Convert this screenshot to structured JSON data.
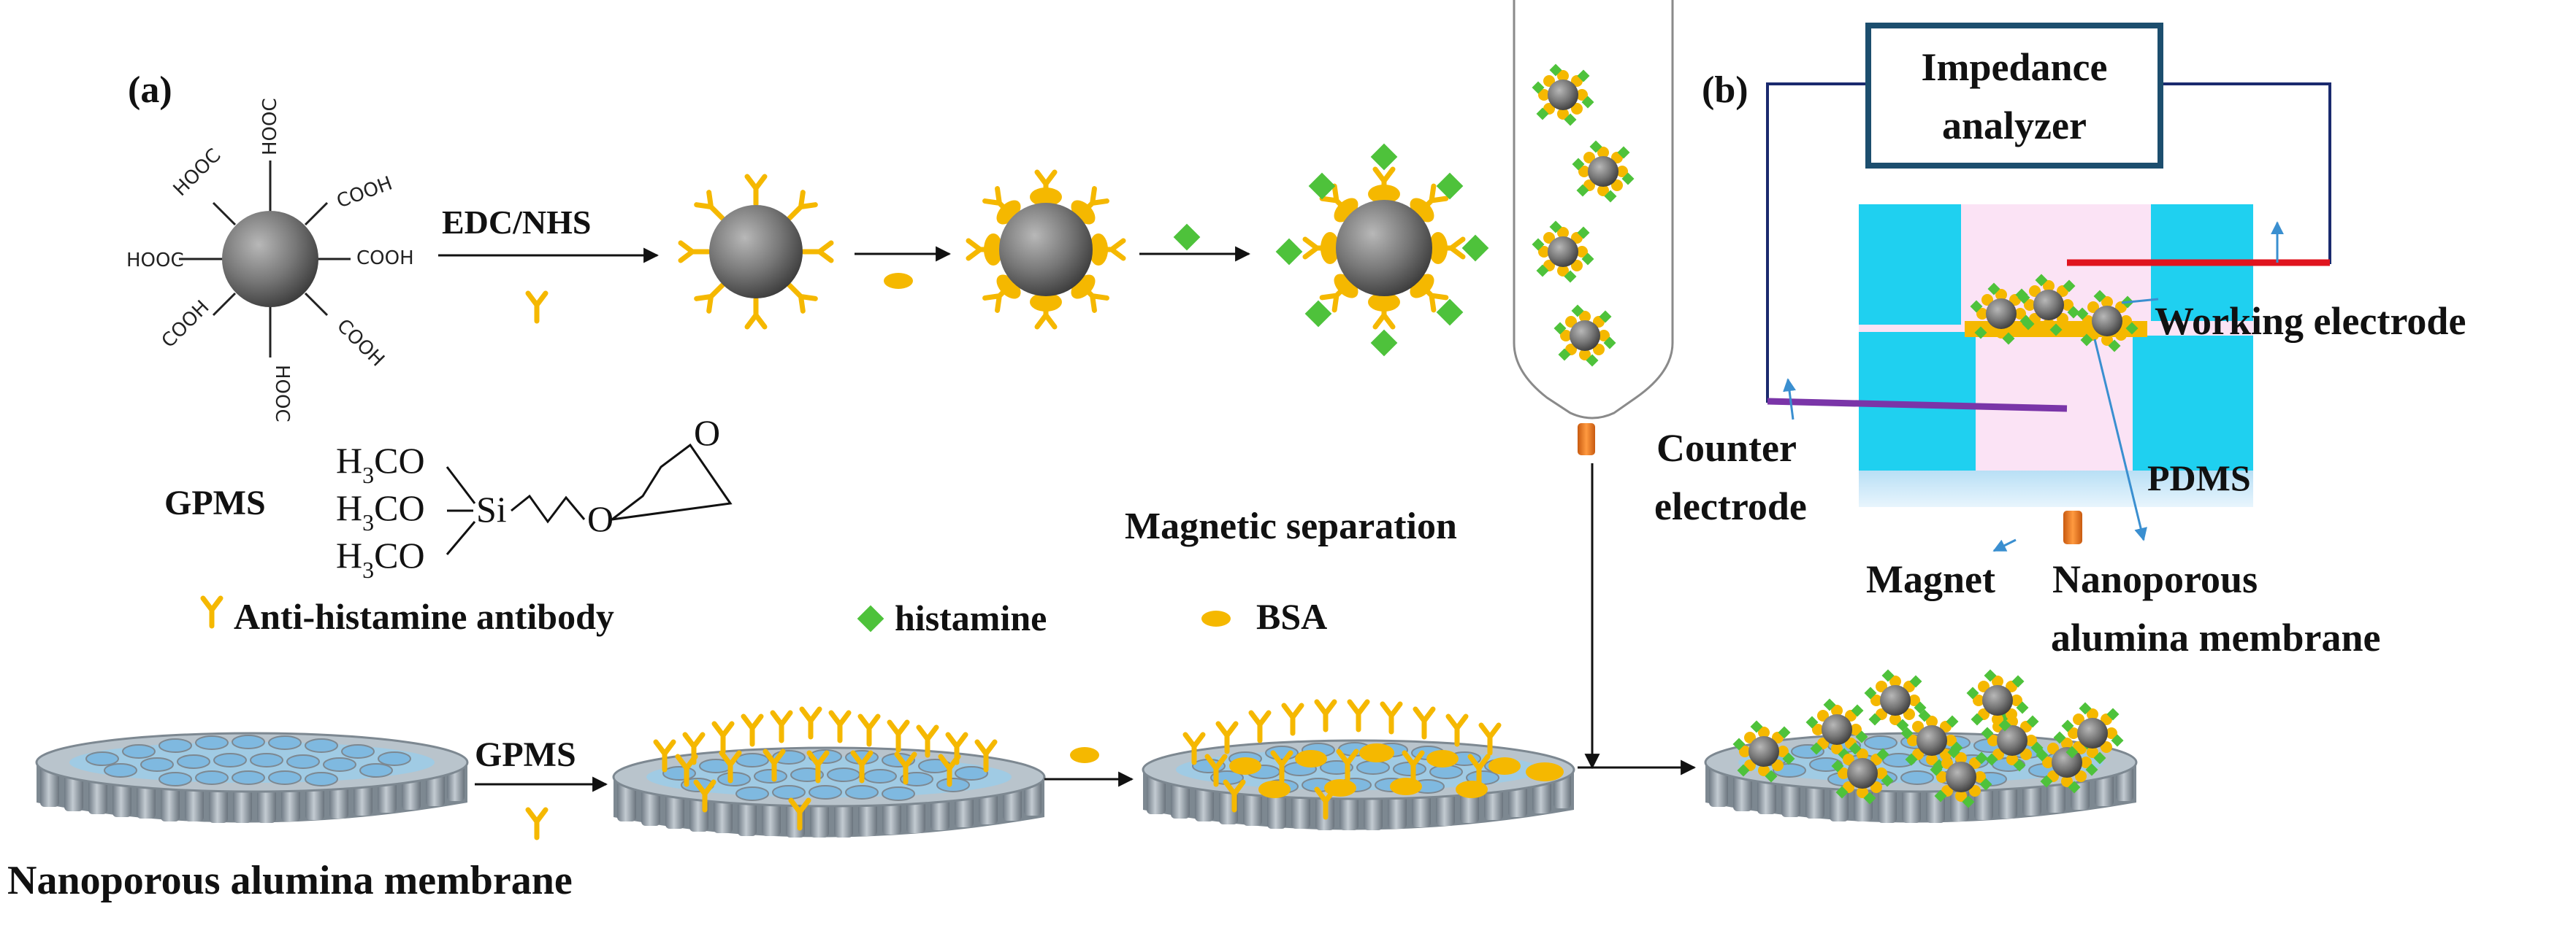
{
  "panel_a": {
    "label": "(a)",
    "cooh": "COOH",
    "hooc": "HOOC",
    "edc_nhs": "EDC/NHS",
    "gpms_label": "GPMS",
    "gpms_formula": {
      "h3co": "H",
      "sub3": "3",
      "co": "CO",
      "si": "Si",
      "o": "O"
    },
    "legend": {
      "antibody": "Anti-histamine antibody",
      "histamine": "histamine",
      "bsa": "BSA"
    },
    "magnetic_separation": "Magnetic separation",
    "membrane_caption": "Nanoporous alumina membrane",
    "gpms_arrow": "GPMS"
  },
  "panel_b": {
    "label": "(b)",
    "impedance_line1": "Impedance",
    "impedance_line2": "analyzer",
    "working_electrode": "Working electrode",
    "counter_line1": "Counter",
    "counter_line2": "electrode",
    "pdms": "PDMS",
    "magnet": "Magnet",
    "nano_line1": "Nanoporous",
    "nano_line2": "alumina membrane"
  },
  "colors": {
    "antibody": "#f5b800",
    "histamine": "#4ec23b",
    "bsa": "#f5b800",
    "bead": "#6e6e6e",
    "membrane": "#8f9aa3",
    "pore_fluid": "#3aa0e0",
    "pdms_cyan": "#1fd0f0",
    "chamber_pink": "#fbe3f5",
    "working_electrode": "#e0141e",
    "counter_electrode": "#7a35a8",
    "analyzer_box": "#1c4e6e",
    "wire": "#1a2a6e",
    "magnet": "#f07a1e"
  },
  "icons": [
    "bead-icon",
    "antibody-icon",
    "histamine-icon",
    "bsa-icon",
    "magnet-icon",
    "membrane-icon"
  ]
}
